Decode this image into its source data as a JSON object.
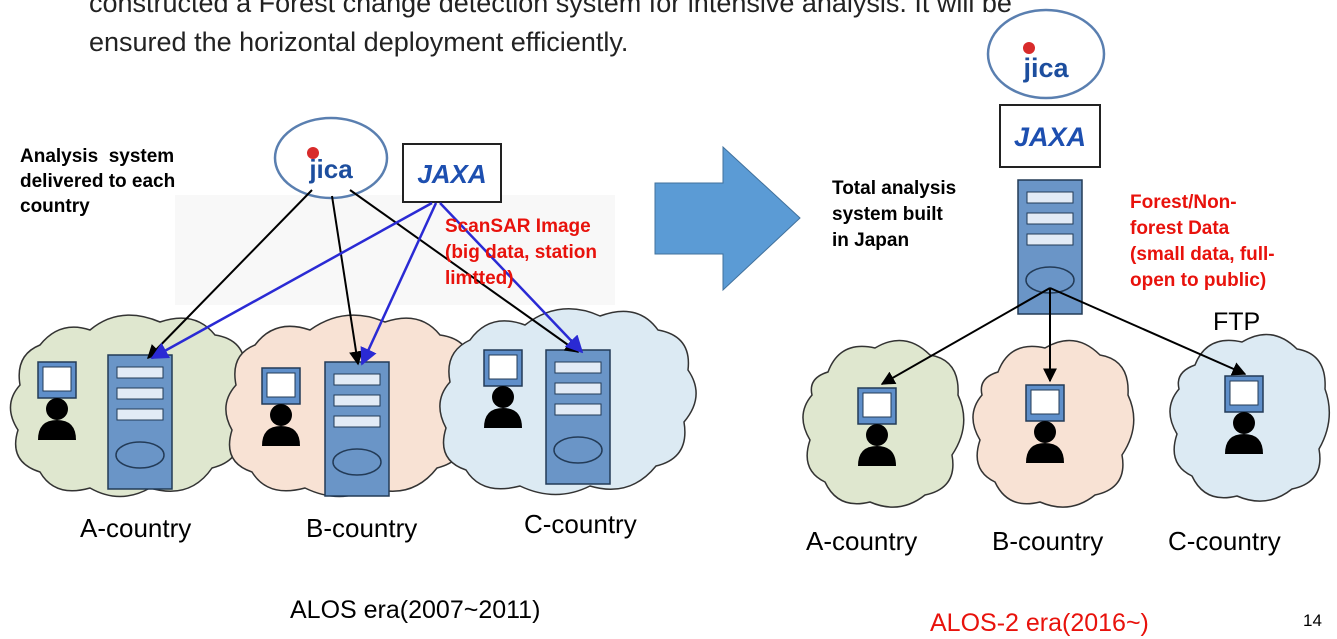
{
  "intro": {
    "line1": "constructed a Forest change detection system for intensive analysis. It will be",
    "line2": "ensured the horizontal deployment efficiently."
  },
  "left": {
    "label": [
      "Analysis  system",
      "delivered to each",
      "country"
    ],
    "data_label": [
      "ScanSAR Image",
      "(big data, station",
      "limtted)"
    ],
    "countries": [
      "A-country",
      "B-country",
      "C-country"
    ],
    "era": "ALOS era(2007~2011)"
  },
  "right": {
    "label": [
      "Total analysis",
      "system built",
      "in Japan"
    ],
    "data_label": [
      "Forest/Non-",
      "forest Data",
      "(small data, full-",
      "open to public)"
    ],
    "ftp": "FTP",
    "countries": [
      "A-country",
      "B-country",
      "C-country"
    ],
    "era": "ALOS-2 era(2016~)"
  },
  "logos": {
    "jica": "jica",
    "jaxa": "JAXA"
  },
  "page_number": "14",
  "colors": {
    "arrow": "#5b9bd5",
    "blue_line": "#2a2ad4",
    "red_text": "#e8120c",
    "cloud_a": "#dfe7cf",
    "cloud_b": "#f8e2d4",
    "cloud_c": "#dceaf3",
    "server": "#6a95c7"
  }
}
